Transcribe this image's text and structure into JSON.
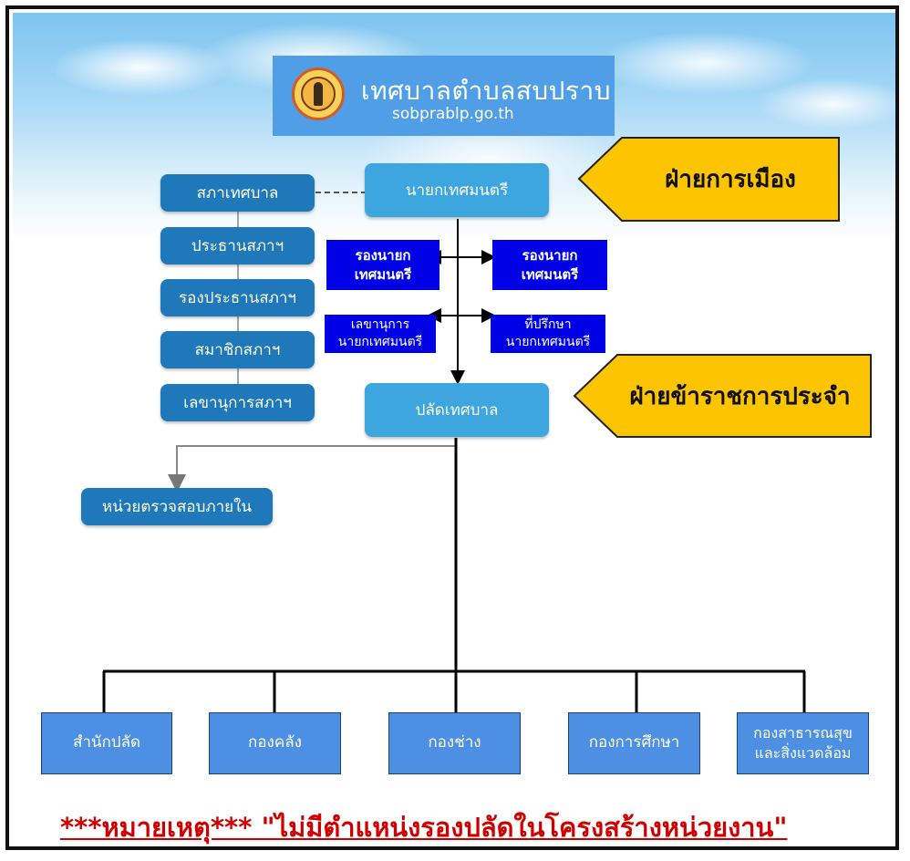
{
  "header": {
    "title": "เทศบาลตำบลสบปราบ",
    "subtitle": "sobprablp.go.th"
  },
  "banners": {
    "political": "ฝ่ายการเมือง",
    "civil": "ฝ่ายข้าราชการประจำ"
  },
  "council": [
    "สภาเทศบาล",
    "ประธานสภาฯ",
    "รองประธานสภาฯ",
    "สมาชิกสภาฯ",
    "เลขานุการสภาฯ"
  ],
  "mayor": "นายกเทศมนตรี",
  "deputy_left": "รองนายก\nเทศมนตรี",
  "deputy_right": "รองนายก\nเทศมนตรี",
  "secretary": "เลขานุการ\nนายกเทศมนตรี",
  "advisor": "ที่ปรึกษา\nนายกเทศมนตรี",
  "clerk": "ปลัดเทศบาล",
  "audit": "หน่วยตรวจสอบภายใน",
  "units": [
    "สำนักปลัด",
    "กองคลัง",
    "กองช่าง",
    "กองการศึกษา",
    "กองสาธารณสุข\nและสิ่งแวดล้อม"
  ],
  "note": "***หมายเหตุ***  \"ไม่มีตำแหน่งรองปลัดในโครงสร้างหน่วยงาน\"",
  "colors": {
    "banner": "#fdc400",
    "deputy": "#0000e6",
    "pill": "#1f78b9",
    "unit": "#4d90e3",
    "note": "#d10000"
  }
}
